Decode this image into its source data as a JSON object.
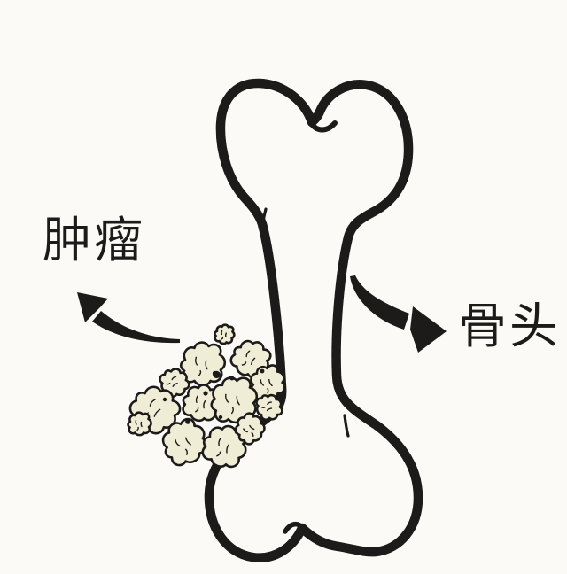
{
  "illustration": {
    "background_color": "#fbfaf7",
    "ink_color": "#1c1b19",
    "tumor_fill_color": "#f0edd6",
    "labels": {
      "tumor": "肿瘤",
      "bone": "骨头"
    },
    "icons": {
      "arrow_to_tumor": "curved-brush-arrow-pointing-upper-left",
      "arrow_to_bone": "curved-brush-arrow-pointing-right"
    }
  }
}
